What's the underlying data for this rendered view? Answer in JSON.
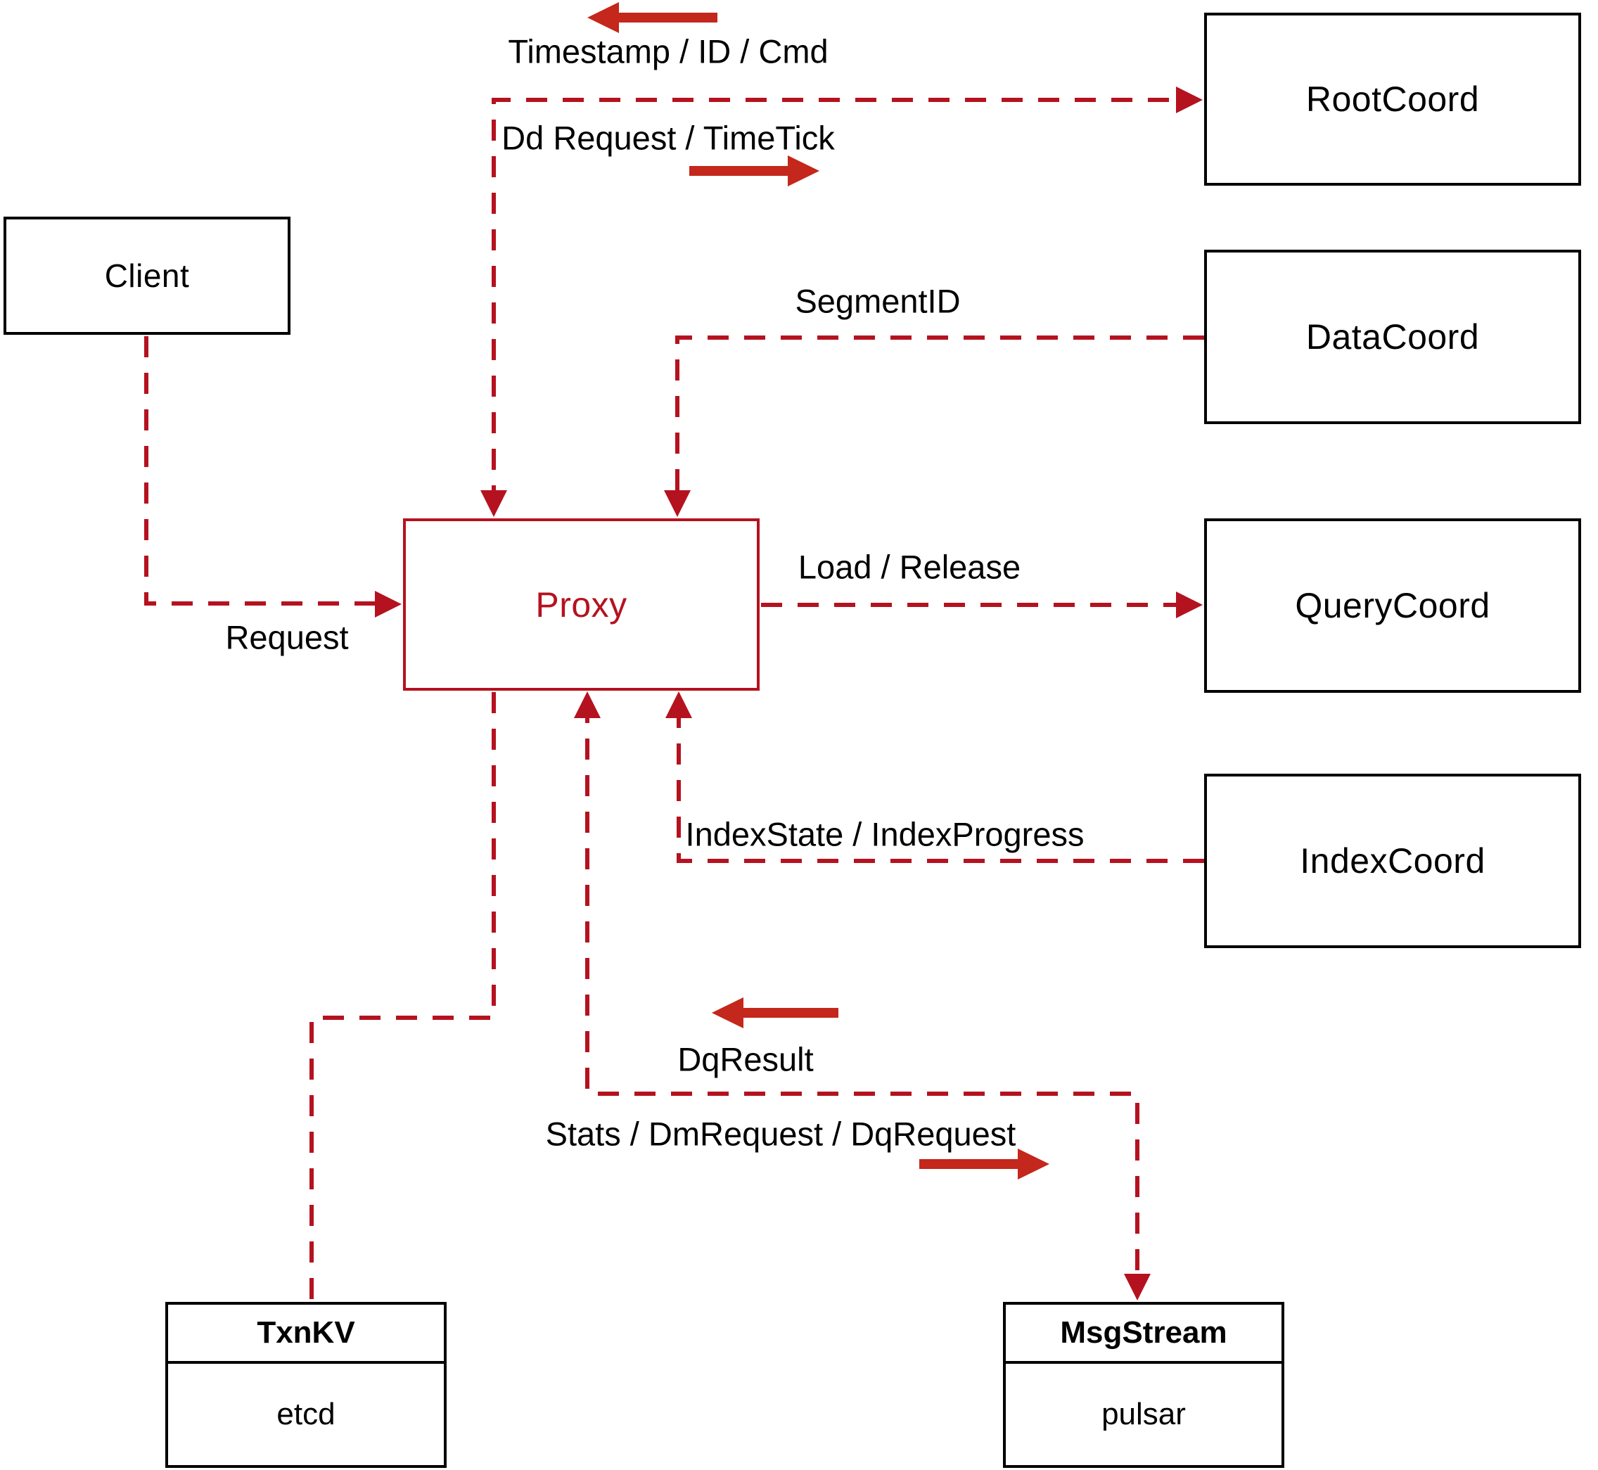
{
  "diagram": {
    "nodes": {
      "client": {
        "label": "Client"
      },
      "root_coord": {
        "label": "RootCoord"
      },
      "data_coord": {
        "label": "DataCoord"
      },
      "query_coord": {
        "label": "QueryCoord"
      },
      "index_coord": {
        "label": "IndexCoord"
      },
      "proxy": {
        "label": "Proxy"
      },
      "txn_kv": {
        "title": "TxnKV",
        "value": "etcd"
      },
      "msg_stream": {
        "title": "MsgStream",
        "value": "pulsar"
      }
    },
    "edge_labels": {
      "timestamp_id_cmd": "Timestamp / ID / Cmd",
      "dd_request_timetick": "Dd Request / TimeTick",
      "segment_id": "SegmentID",
      "load_release": "Load / Release",
      "request": "Request",
      "index_state": "IndexState / IndexProgress",
      "dq_result": "DqResult",
      "stats_dm_dq": "Stats / DmRequest / DqRequest"
    },
    "colors": {
      "dashed_line_red": "#b5121f",
      "direction_arrow_red": "#c4271b",
      "box_border_black": "#000000",
      "background": "#ffffff"
    }
  }
}
